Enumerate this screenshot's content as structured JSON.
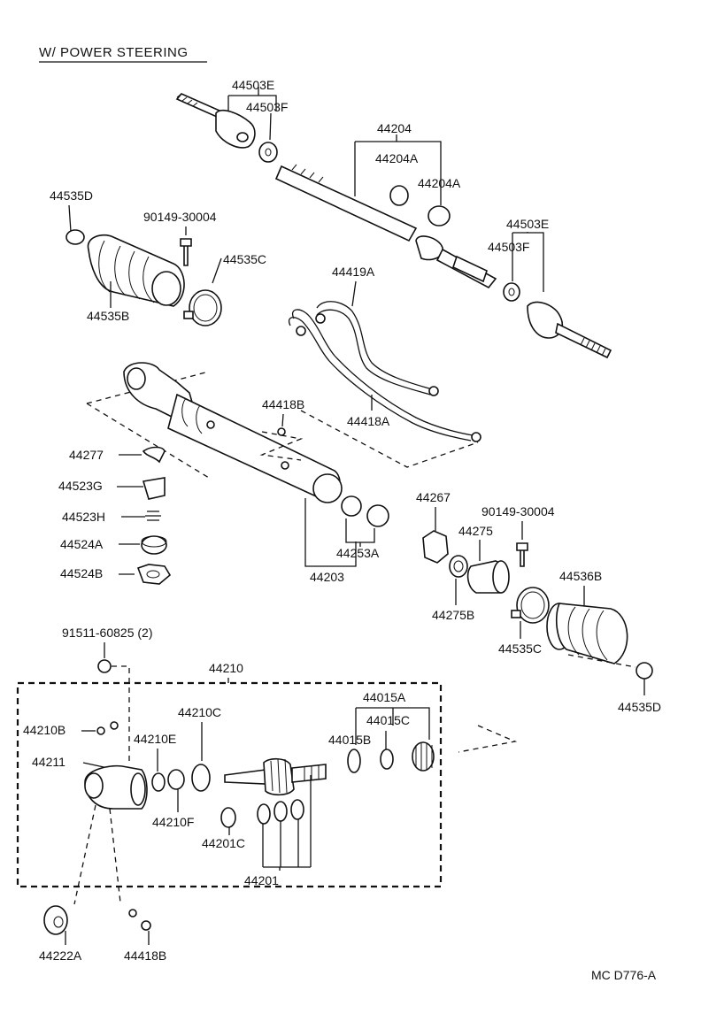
{
  "title": "W/ POWER STEERING",
  "labels": {
    "p44503E_top": "44503E",
    "p44503F_top": "44503F",
    "p44204": "44204",
    "p44204A_1": "44204A",
    "p44204A_2": "44204A",
    "p44535D_top": "44535D",
    "p90149_top": "90149-30004",
    "p44535C_top": "44535C",
    "p44503E_right": "44503E",
    "p44503F_right": "44503F",
    "p44535B": "44535B",
    "p44419A": "44419A",
    "p44418B_mid": "44418B",
    "p44418A": "44418A",
    "p44277": "44277",
    "p44523G": "44523G",
    "p44523H": "44523H",
    "p44524A": "44524A",
    "p44524B": "44524B",
    "p44253A": "44253A",
    "p44203": "44203",
    "p44267": "44267",
    "p90149_right": "90149-30004",
    "p44275": "44275",
    "p44536B": "44536B",
    "p44275B": "44275B",
    "p44535C_right": "44535C",
    "p44535D_right": "44535D",
    "p91511": "91511-60825 (2)",
    "p44210": "44210",
    "p44015A": "44015A",
    "p44015C": "44015C",
    "p44015B": "44015B",
    "p44210C": "44210C",
    "p44210B": "44210B",
    "p44210E": "44210E",
    "p44211": "44211",
    "p44210F": "44210F",
    "p44201C": "44201C",
    "p44201": "44201",
    "p44222A": "44222A",
    "p44418B_bottom": "44418B",
    "diagram_code": "MC  D776-A"
  },
  "colors": {
    "ink": "#111111",
    "paper": "#ffffff"
  }
}
